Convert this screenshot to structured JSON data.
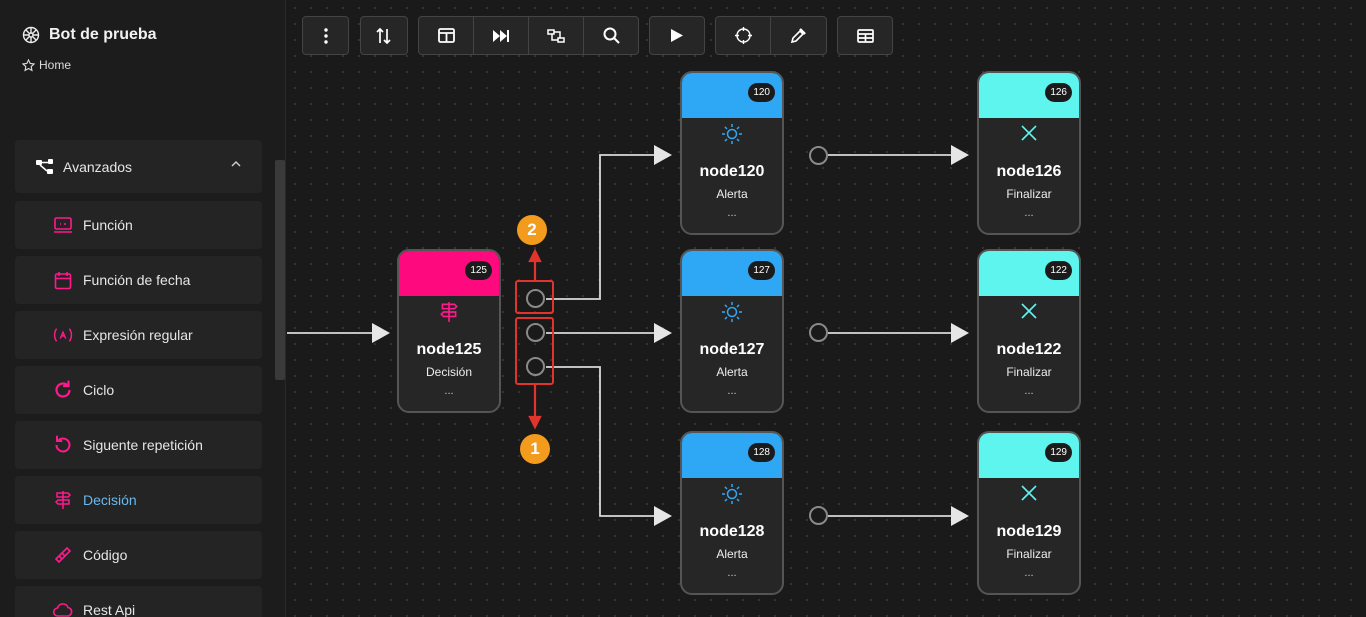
{
  "app": {
    "title": "Bot de prueba",
    "breadcrumb": "Home"
  },
  "sidebar": {
    "group": {
      "label": "Avanzados",
      "icon": "nodes-icon"
    },
    "items": [
      {
        "label": "Función",
        "icon": "function-icon"
      },
      {
        "label": "Función de fecha",
        "icon": "calendar-icon"
      },
      {
        "label": "Expresión regular",
        "icon": "regex-icon"
      },
      {
        "label": "Ciclo",
        "icon": "loop-icon"
      },
      {
        "label": "Siguente repetición",
        "icon": "undo-icon"
      },
      {
        "label": "Decisión",
        "icon": "signpost-icon",
        "active": true
      },
      {
        "label": "Código",
        "icon": "code-icon"
      },
      {
        "label": "Rest Api",
        "icon": "cloud-icon"
      }
    ]
  },
  "toolbar": {
    "buttons": [
      "more-vertical-icon",
      "sort-icon",
      "layout-icon",
      "skip-forward-icon",
      "route-icon",
      "search-icon",
      "play-icon",
      "crosshair-icon",
      "color-picker-icon",
      "table-icon"
    ]
  },
  "nodes": {
    "n125": {
      "id": "125",
      "name": "node125",
      "type": "Decisión",
      "more": "...",
      "color": "#ff0a7e"
    },
    "n120": {
      "id": "120",
      "name": "node120",
      "type": "Alerta",
      "more": "...",
      "color": "#2ea8f5"
    },
    "n127": {
      "id": "127",
      "name": "node127",
      "type": "Alerta",
      "more": "...",
      "color": "#2ea8f5"
    },
    "n128": {
      "id": "128",
      "name": "node128",
      "type": "Alerta",
      "more": "...",
      "color": "#2ea8f5"
    },
    "n126": {
      "id": "126",
      "name": "node126",
      "type": "Finalizar",
      "more": "...",
      "color": "#5ff5ef"
    },
    "n122": {
      "id": "122",
      "name": "node122",
      "type": "Finalizar",
      "more": "...",
      "color": "#5ff5ef"
    },
    "n129": {
      "id": "129",
      "name": "node129",
      "type": "Finalizar",
      "more": "...",
      "color": "#5ff5ef"
    }
  },
  "annotations": {
    "marker_top": "2",
    "marker_bottom": "1",
    "accent": "#e0342d",
    "marker_color": "#f29b1d"
  }
}
